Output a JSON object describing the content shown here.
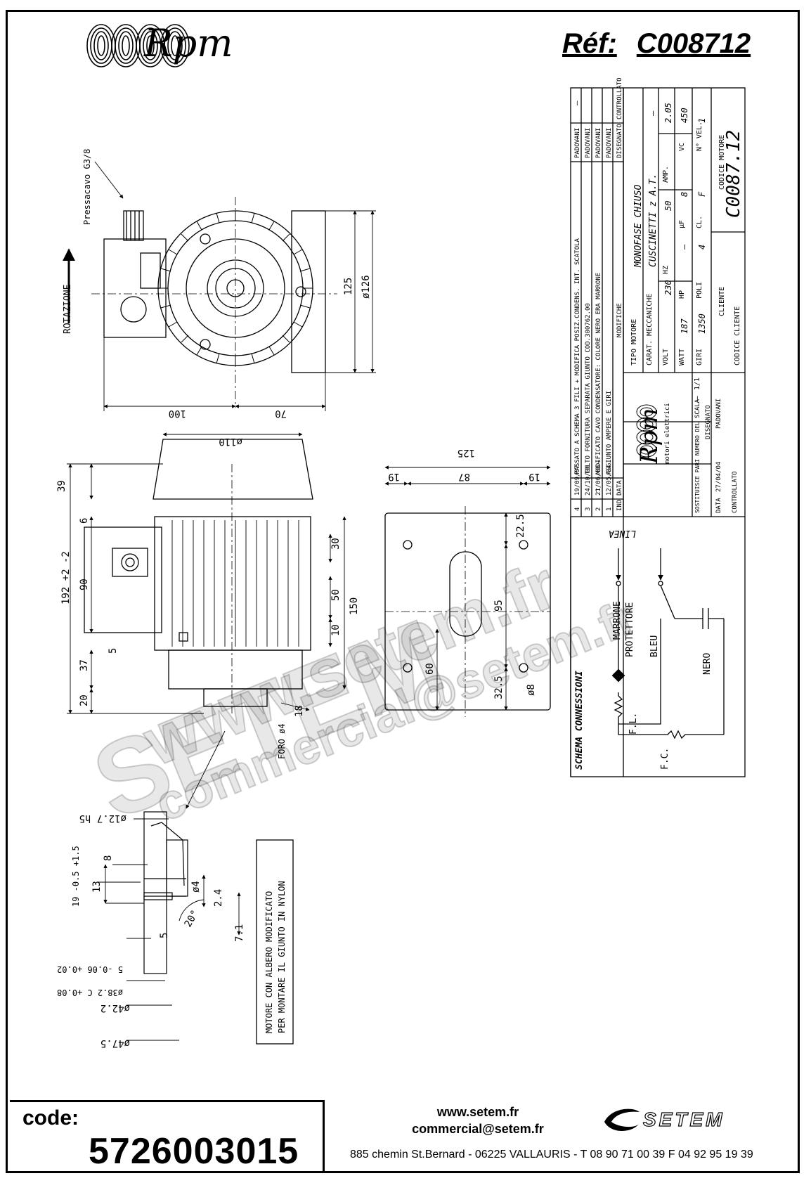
{
  "header": {
    "brand": "Rpm",
    "ref_label": "Réf:",
    "ref_value": "C008712"
  },
  "title_block": {
    "revisions": [
      {
        "ind": "4",
        "date": "19/09/07",
        "description": "PASSATO A SCHEMA 3 FILI + MODIFICA POSIZ.CONDENS. INT. SCATOLA",
        "drawn": "PADOVANI"
      },
      {
        "ind": "3",
        "date": "24/10/06",
        "description": "TOLTO FORNITURA SEPARATA GIUNTO COD.300762.00",
        "drawn": "PADOVANI"
      },
      {
        "ind": "2",
        "date": "21/06/06",
        "description": "MODIFICATO CAVO CONDENSATORE: COLORE NERO ERA MARRONE",
        "drawn": "PADOVANI"
      },
      {
        "ind": "1",
        "date": "12/05/04",
        "description": "AGGIUNTO AMPERE E GIRI",
        "drawn": "PADOVANI"
      }
    ],
    "header_ind": "IND",
    "header_date": "DATA",
    "header_mod": "MODIFICHE",
    "header_drawn": "DISEGNATO",
    "header_checked": "CONTROLLATO",
    "motor_type_label": "TIPO MOTORE",
    "motor_type": "MONOFASE CHIUSO",
    "mech_label": "CARAT. MECCANICHE",
    "mech": "CUSCINETTI z A.T.",
    "volt_label": "VOLT",
    "volt": "230",
    "hz_label": "HZ",
    "hz": "50",
    "amp_label": "AMP.",
    "amp": "2.05",
    "watt_label": "WATT",
    "watt": "187",
    "hp_label": "HP",
    "hp": "—",
    "uf_label": "µF",
    "uf": "8",
    "vc_label": "VC",
    "vc": "450",
    "giri_label": "GIRI",
    "giri": "1350",
    "poli_label": "POLI",
    "poli": "4",
    "cl_label": "CL.",
    "cl": "F",
    "vel_label": "N° VEL.",
    "vel": "1",
    "client_label": "CLIENTE",
    "client_code_label": "CODICE CLIENTE",
    "motor_code_label": "CODICE MOTORE",
    "motor_code": "C0087.12",
    "company": "Rpm",
    "company_sub": "motori elettrici",
    "replaces_label": "SOSTITUISCE PARI NUMERO DEL",
    "replaces": "—",
    "scale_label": "SCALA",
    "scale": "1/1",
    "date_label": "DATA",
    "date": "27/04/04",
    "designer_label": "DISEGNATO",
    "designer": "PADOVANI",
    "checked_label": "CONTROLLATO",
    "dash": "—"
  },
  "wiring": {
    "title": "SCHEMA CONNESSIONI",
    "linea": "LINEA",
    "marrone": "MARRONE",
    "protettore": "PROTETTORE",
    "bleu": "BLEU",
    "nero": "NERO",
    "fl": "F.L.",
    "fc": "F.C."
  },
  "drawing": {
    "pressacavo": "Pressacavo G3/8",
    "rotazione": "ROTAZIONE",
    "dims_front": [
      "125",
      "ø126",
      "100",
      "70"
    ],
    "dims_side": [
      "ø110",
      "39",
      "6",
      "90",
      "192 +2 -2",
      "37",
      "20",
      "5",
      "30",
      "50",
      "10",
      "150",
      "18",
      "FORO ø4"
    ],
    "dims_plate": [
      "125",
      "19",
      "87",
      "19",
      "22.5",
      "95",
      "60",
      "32.5",
      "ø8"
    ],
    "dims_shaft": [
      "ø12.7 h5",
      "8",
      "19 -0.5 +1.5",
      "13",
      "ø4",
      "2.4",
      "5",
      "7.1",
      "20°",
      "5 -0.06 +0.02",
      "ø38.2 C +0.08",
      "ø42.2",
      "ø47.5"
    ],
    "note": [
      "MOTORE CON ALBERO MODIFICATO",
      "PER MONTARE IL GIUNTO IN NYLON"
    ]
  },
  "footer": {
    "code_label": "code:",
    "code_value": "5726003015",
    "website": "www.setem.fr",
    "email": "commercial@setem.fr",
    "address": "885 chemin St.Bernard  -  06225 VALLAURIS  -  T 08 90 71 00 39  F 04 92 95 19 39",
    "setem_brand": "SETEM"
  },
  "watermarks": [
    "www.setem.fr",
    "SETEM",
    "commercial@setem.fr"
  ]
}
